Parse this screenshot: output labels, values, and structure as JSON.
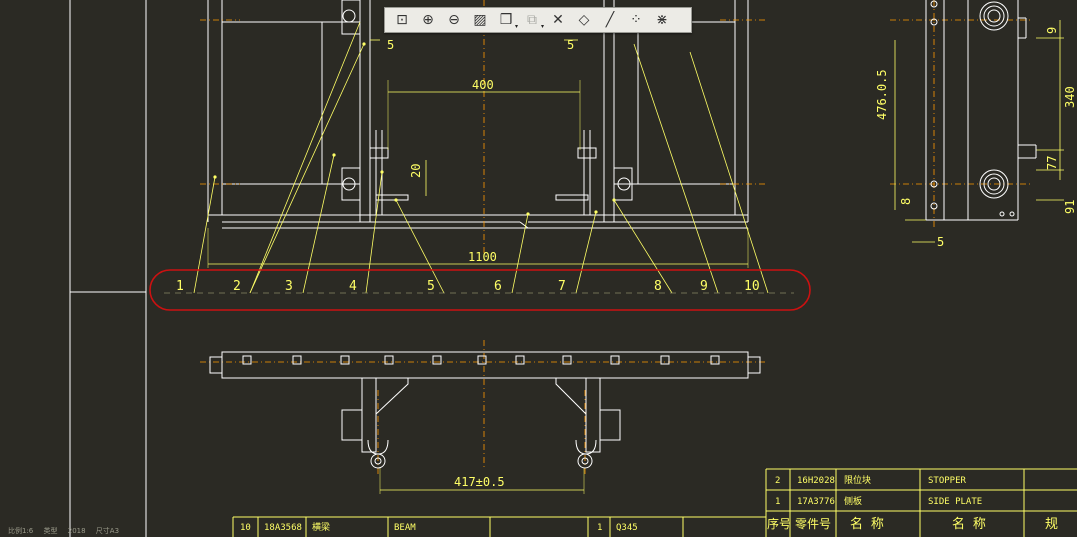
{
  "toolbar": {
    "items": [
      {
        "icon": "zoom-window-icon",
        "glyph": "⊡",
        "dropdown": false,
        "enabled": true
      },
      {
        "icon": "zoom-in-icon",
        "glyph": "⊕",
        "dropdown": false,
        "enabled": true
      },
      {
        "icon": "zoom-out-icon",
        "glyph": "⊖",
        "dropdown": false,
        "enabled": true
      },
      {
        "icon": "repaint-icon",
        "glyph": "▨",
        "dropdown": false,
        "enabled": true
      },
      {
        "icon": "shading-icon",
        "glyph": "❒",
        "dropdown": true,
        "enabled": true
      },
      {
        "icon": "saved-view-icon",
        "glyph": "⧉",
        "dropdown": true,
        "enabled": false
      },
      {
        "icon": "datum-display-icon",
        "glyph": "✕",
        "dropdown": false,
        "enabled": true
      },
      {
        "icon": "plane-display-icon",
        "glyph": "◇",
        "dropdown": false,
        "enabled": true
      },
      {
        "icon": "axis-display-icon",
        "glyph": "╱",
        "dropdown": false,
        "enabled": true
      },
      {
        "icon": "point-display-icon",
        "glyph": "⁘",
        "dropdown": false,
        "enabled": true
      },
      {
        "icon": "csys-display-icon",
        "glyph": "⋇",
        "dropdown": false,
        "enabled": true
      }
    ]
  },
  "drawing": {
    "balloons": [
      "1",
      "2",
      "3",
      "4",
      "5",
      "6",
      "7",
      "8",
      "9",
      "10"
    ],
    "dims": {
      "top_left_5": "5",
      "top_right_5": "5",
      "span_400": "400",
      "height_20": "20",
      "width_1100": "1100",
      "bottom_417": "417±0.5",
      "side_476": "476.0.5",
      "side_340": "340",
      "side_9": "9",
      "side_77": "77",
      "side_91": "91",
      "side_8": "8",
      "side_5": "5"
    },
    "bom_rows": [
      {
        "no": "2",
        "part": "16H2028",
        "name_cn": "限位块",
        "name_en": "STOPPER"
      },
      {
        "no": "1",
        "part": "17A3776",
        "name_cn": "侧板",
        "name_en": "SIDE PLATE"
      }
    ],
    "bom_header": {
      "no": "序号",
      "part": "零件号",
      "name_cn": "名  称",
      "name_en": "名  称",
      "spec": "规"
    },
    "bom_bottom_row": {
      "no": "10",
      "part": "18A3568",
      "name_cn": "横梁",
      "name_en": "BEAM",
      "qty": "1",
      "material": "Q345"
    }
  },
  "status": {
    "left": "比例1:6",
    "mid1": "类型",
    "mid2": "2018",
    "mid3": "尺寸A3"
  },
  "colors": {
    "background": "#2b2a24",
    "geometry": "#ffffff",
    "dimension": "#ffff66",
    "centerline": "#ff9900",
    "highlight": "#cc1111"
  }
}
